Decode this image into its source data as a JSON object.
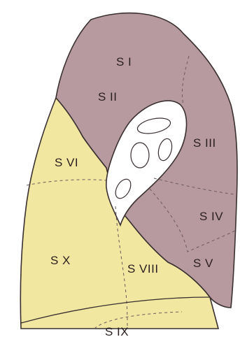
{
  "colors": {
    "upper_lobe": "#b79a9f",
    "lower_lobe": "#f1e7a1",
    "hilum": "#ffffff",
    "outline": "#3a3030"
  },
  "segments": {
    "s1": "S I",
    "s2": "S II",
    "s3": "S III",
    "s4": "S IV",
    "s5": "S V",
    "s6": "S VI",
    "s8": "S VIII",
    "s9": "S IX",
    "s10": "S X"
  }
}
